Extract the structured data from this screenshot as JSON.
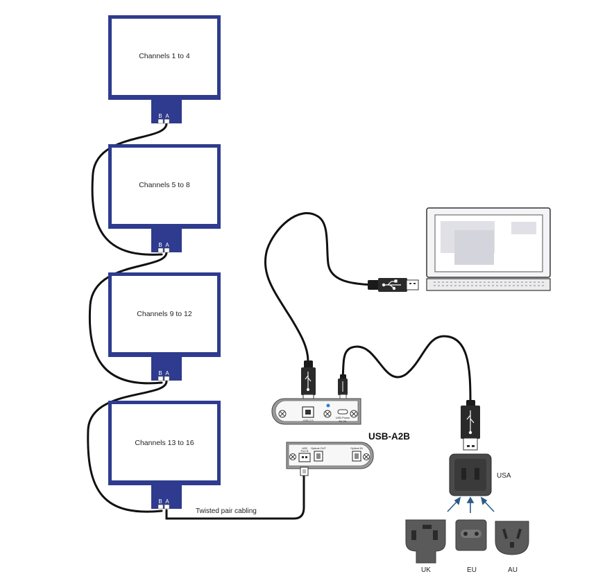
{
  "boards": [
    {
      "label": "Channels 1 to 4",
      "pin_b": "B",
      "pin_a": "A"
    },
    {
      "label": "Channels 5 to 8",
      "pin_b": "B",
      "pin_a": "A"
    },
    {
      "label": "Channels 9 to 12",
      "pin_b": "B",
      "pin_a": "A"
    },
    {
      "label": "Channels 13 to 16",
      "pin_b": "B",
      "pin_a": "A"
    }
  ],
  "device": {
    "name": "USB-A2B",
    "front_ports": {
      "usb": "USB 2.0",
      "power_line1": "USB Power",
      "power_line2": "5V 2A"
    },
    "back_ports": {
      "a2b_line1": "A2B",
      "a2b_line2": "Port B",
      "optical_out": "Optical OUT",
      "optical_in": "Optical IN"
    }
  },
  "cable_label": "Twisted pair cabling",
  "power_supply": {
    "label": "USA"
  },
  "adapters": [
    {
      "label": "UK"
    },
    {
      "label": "EU"
    },
    {
      "label": "AU"
    }
  ],
  "colors": {
    "board_blue": "#2e3b8e",
    "cable": "#111111",
    "status_led": "#2a7fd4"
  }
}
